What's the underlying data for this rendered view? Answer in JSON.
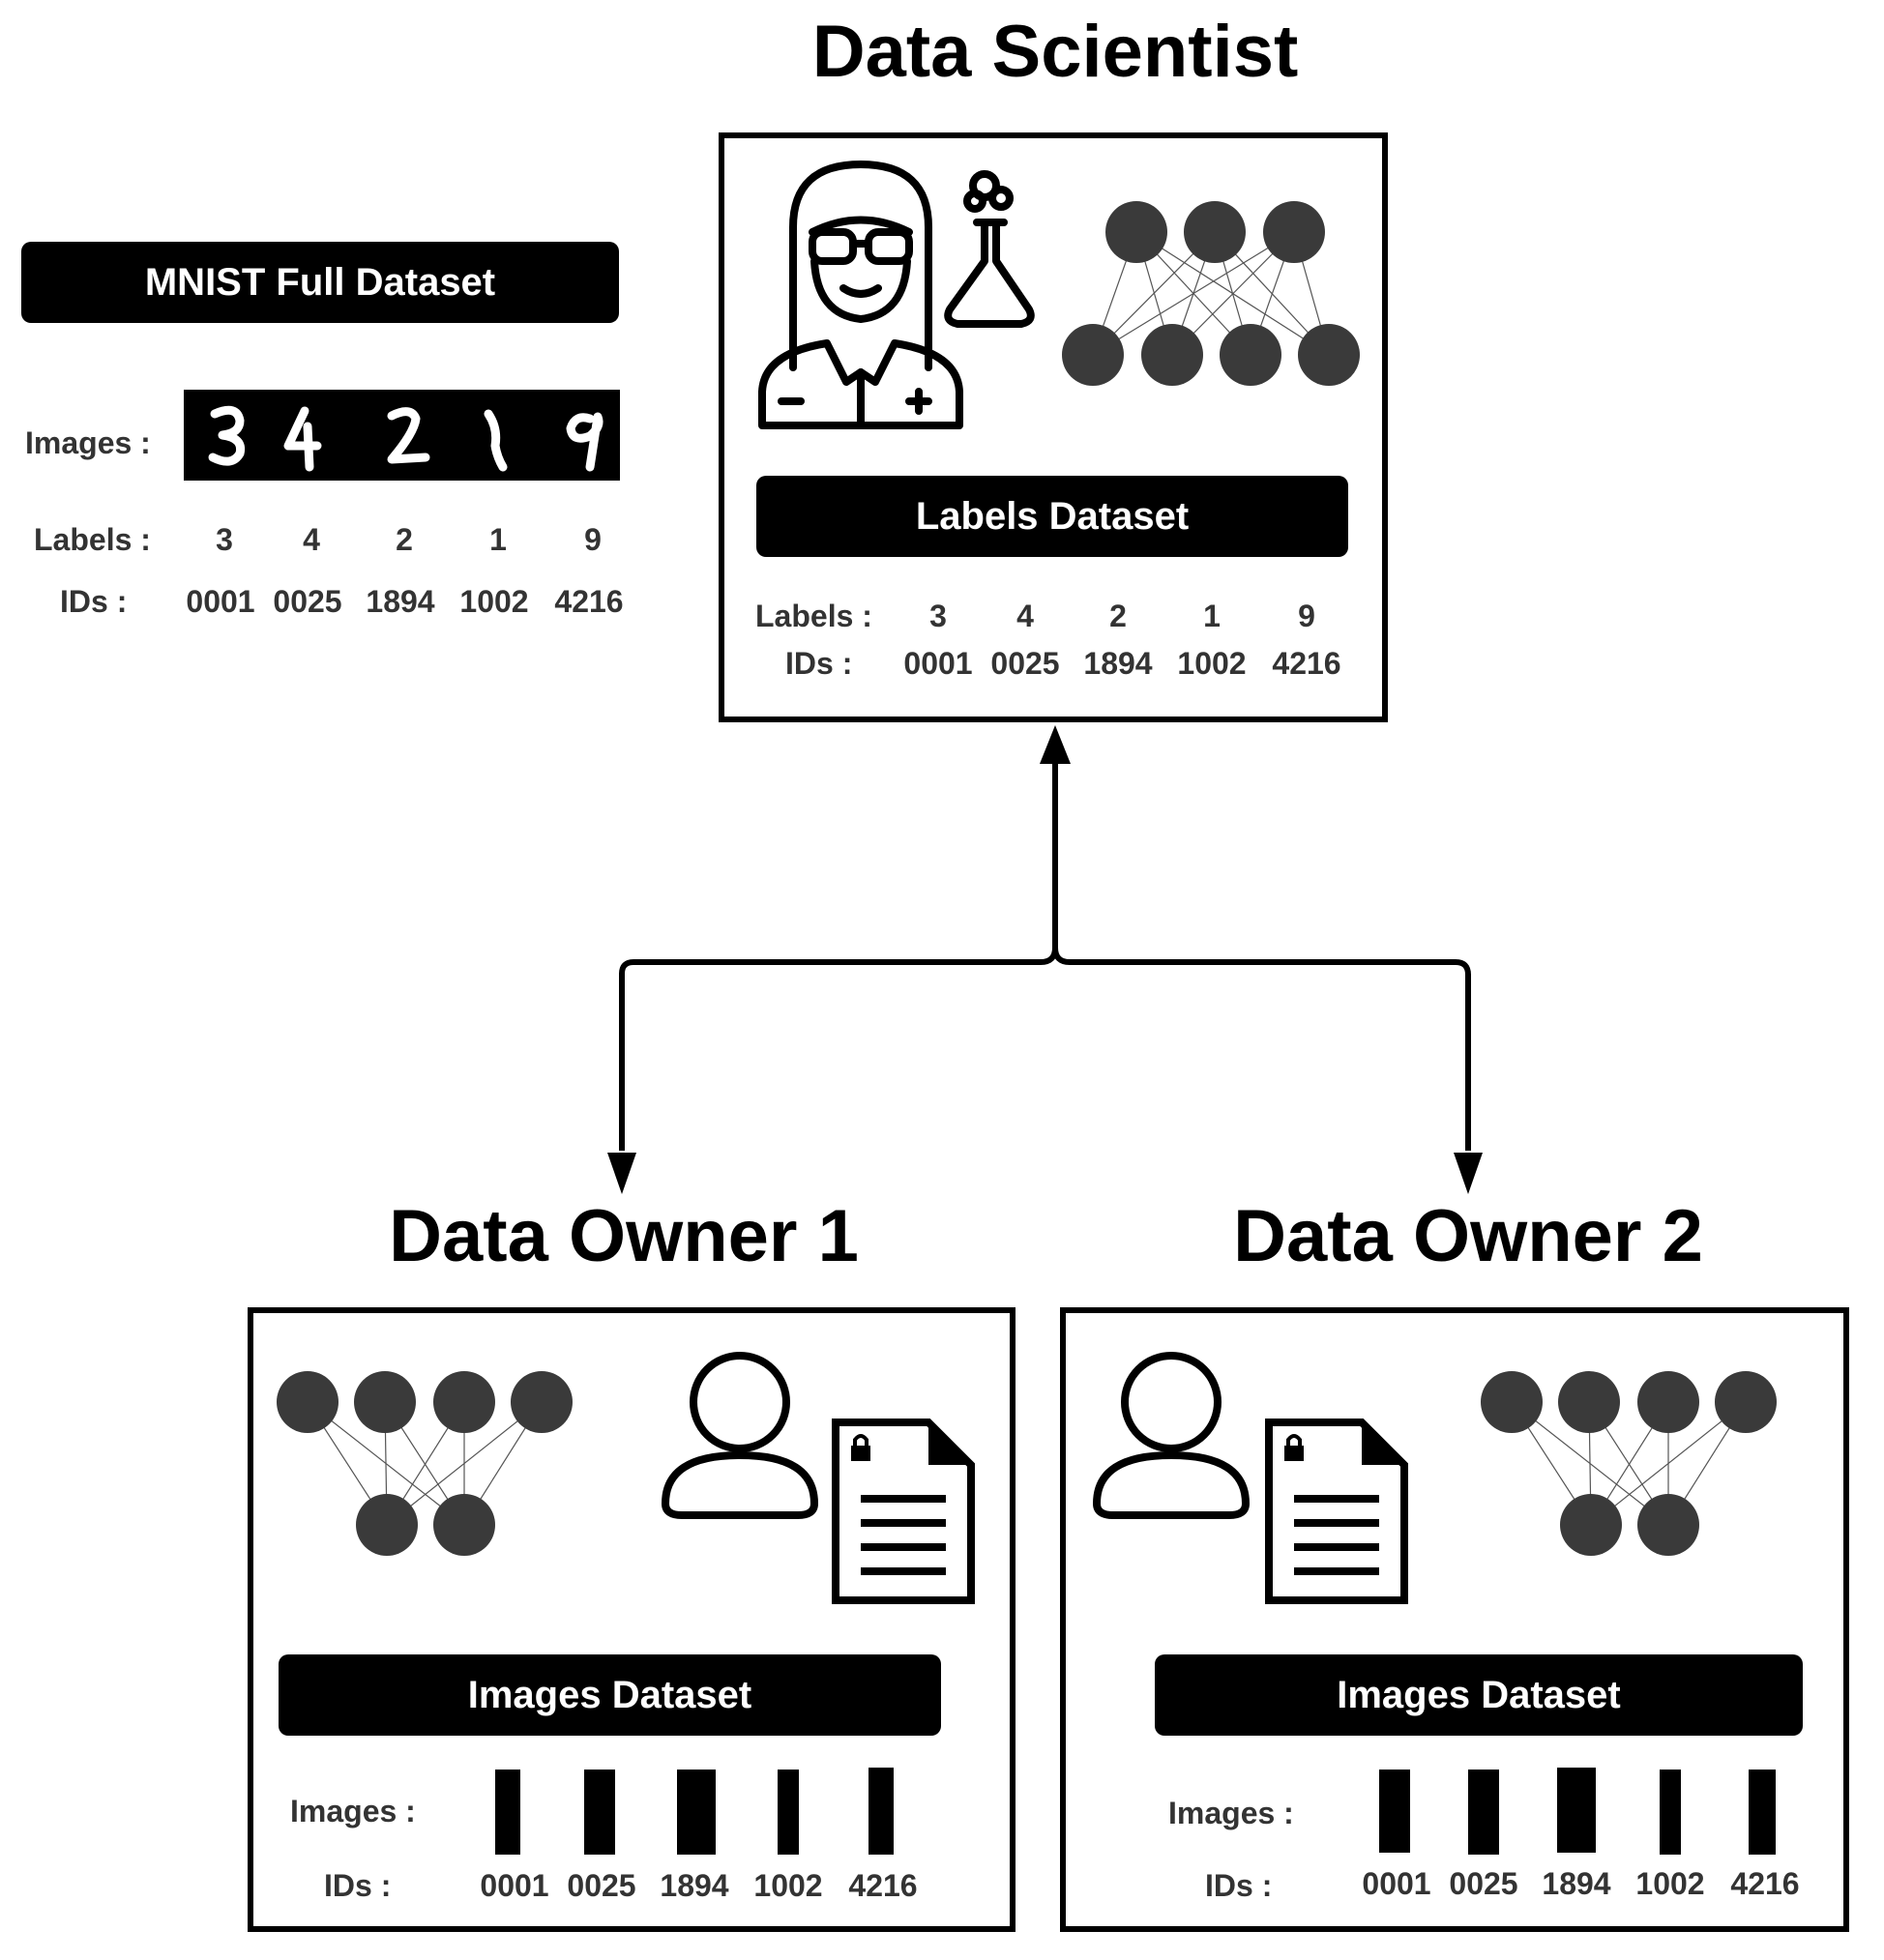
{
  "scientist": {
    "title": "Data Scientist",
    "dataset_label": "Labels Dataset",
    "labels_caption": "Labels :",
    "ids_caption": "IDs :",
    "labels": [
      "3",
      "4",
      "2",
      "1",
      "9"
    ],
    "ids": [
      "0001",
      "0025",
      "1894",
      "1002",
      "4216"
    ]
  },
  "mnist": {
    "title": "MNIST Full Dataset",
    "images_caption": "Images :",
    "labels_caption": "Labels :",
    "ids_caption": "IDs :",
    "labels": [
      "3",
      "4",
      "2",
      "1",
      "9"
    ],
    "ids": [
      "0001",
      "0025",
      "1894",
      "1002",
      "4216"
    ]
  },
  "owner1": {
    "title": "Data Owner 1",
    "dataset_label": "Images Dataset",
    "images_caption": "Images :",
    "ids_caption": "IDs :",
    "ids": [
      "0001",
      "0025",
      "1894",
      "1002",
      "4216"
    ]
  },
  "owner2": {
    "title": "Data Owner 2",
    "dataset_label": "Images Dataset",
    "images_caption": "Images :",
    "ids_caption": "IDs :",
    "ids": [
      "0001",
      "0025",
      "1894",
      "1002",
      "4216"
    ]
  },
  "colors": {
    "node": "#3a3a3a",
    "stroke": "#000000",
    "label_text": "#333333"
  }
}
